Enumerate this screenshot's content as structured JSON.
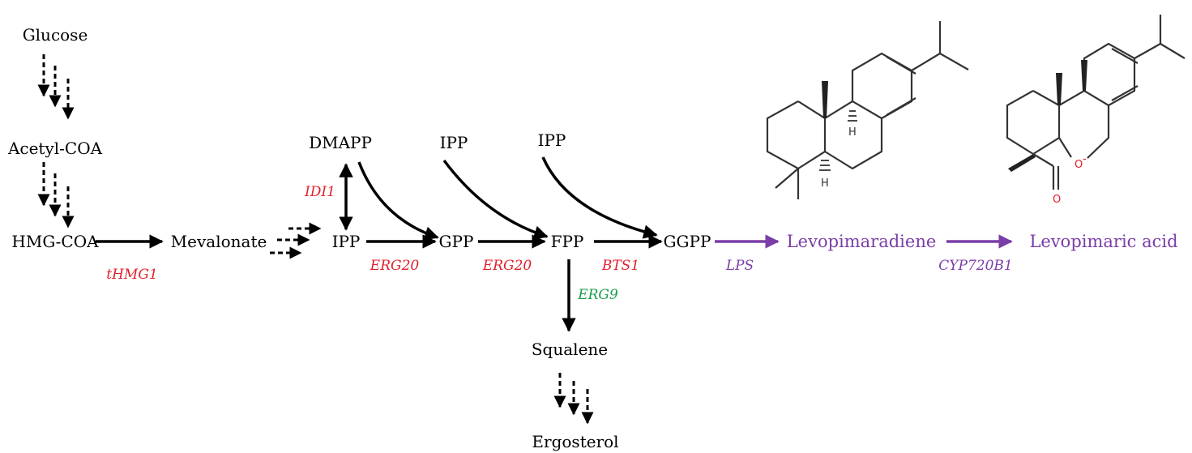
{
  "colors": {
    "text": "#000000",
    "enzyme_red": "#e0202c",
    "enzyme_green": "#1a9e4e",
    "purple": "#7b3ea8",
    "oxygen_red": "#e0202c"
  },
  "nodes": {
    "glucose": "Glucose",
    "acetyl_coa": "Acetyl-COA",
    "hmg_coa": "HMG-COA",
    "mevalonate": "Mevalonate",
    "ipp_main": "IPP",
    "dmapp": "DMAPP",
    "ipp_top_1": "IPP",
    "ipp_top_2": "IPP",
    "gpp": "GPP",
    "fpp": "FPP",
    "ggpp": "GGPP",
    "levopimaradiene": "Levopimaradiene",
    "levopimaric_acid": "Levopimaric acid",
    "squalene": "Squalene",
    "ergosterol": "Ergosterol"
  },
  "enzymes": {
    "thmg1": "tHMG1",
    "idi1": "IDI1",
    "erg20_1": "ERG20",
    "erg20_2": "ERG20",
    "bts1": "BTS1",
    "erg9": "ERG9",
    "lps": "LPS",
    "cyp720b1": "CYP720B1"
  },
  "structures": {
    "levopimaradiene": {
      "atoms": {
        "h_upper": "H",
        "h_lower": "H"
      }
    },
    "levopimaric_acid": {
      "atoms": {
        "oxygen_ring": "O",
        "charge": "-",
        "oxygen_carbonyl": "O"
      }
    }
  }
}
